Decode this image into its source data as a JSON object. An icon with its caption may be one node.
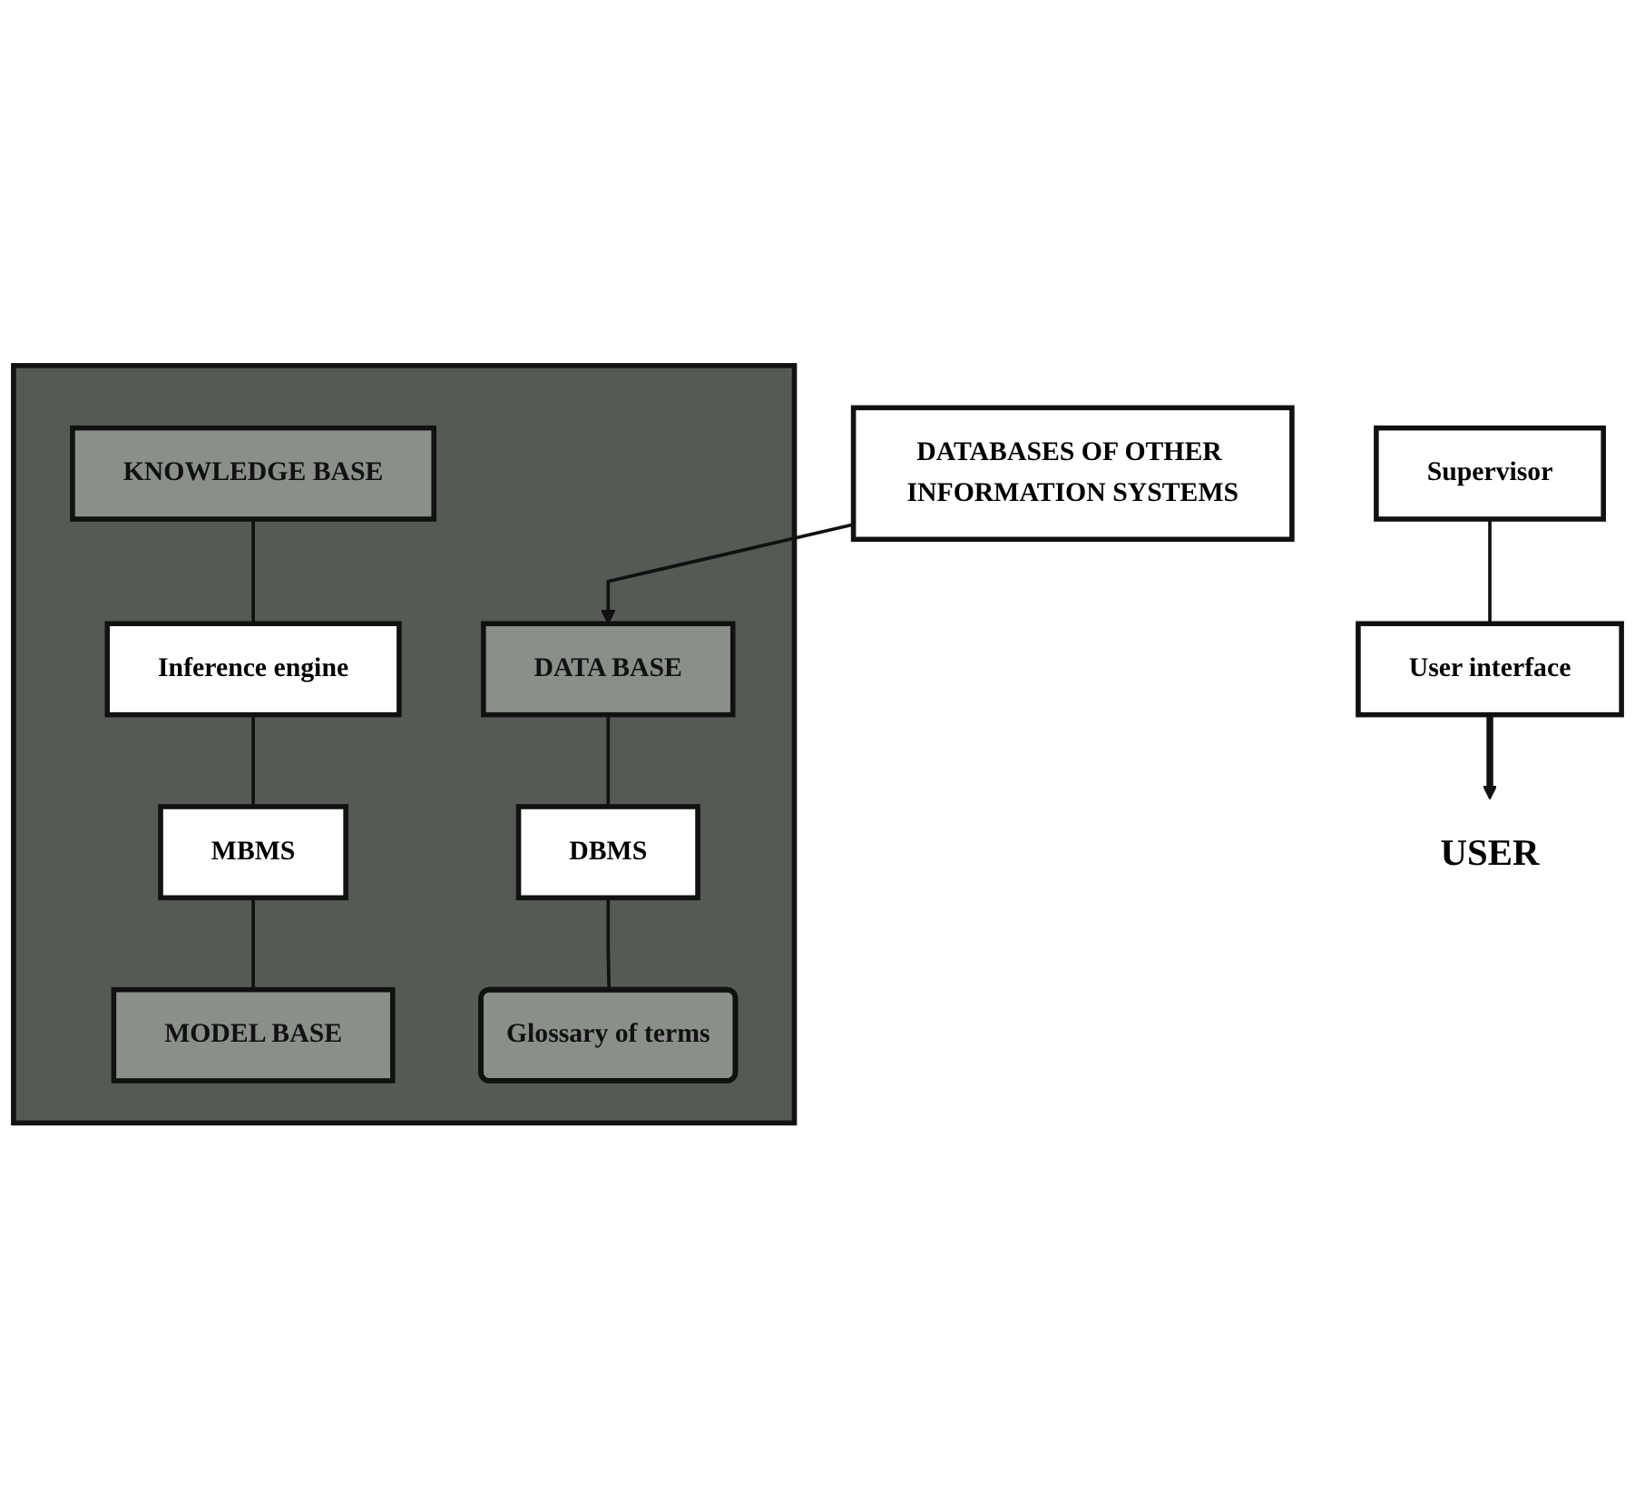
{
  "diagram": {
    "nodes": [
      {
        "text": [
          "Supervisor"
        ]
      },
      {
        "text": [],
        "shape": "box"
      },
      {
        "text": [
          "KNOWLEDGE BASE"
        ],
        "in": 1
      },
      {
        "text": [
          "Inference engine"
        ],
        "in": 1
      },
      {
        "text": [
          "MBMS"
        ],
        "in": 1
      },
      {
        "text": [
          "MODEL BASE"
        ],
        "in": 1
      },
      {
        "text": [
          "DATA BASE"
        ],
        "in": 1
      },
      {
        "text": [
          "DBMS"
        ],
        "in": 1
      },
      {
        "text": [
          "Glossary of terms"
        ],
        "in": 1
      },
      {
        "text": [
          "User interface"
        ]
      },
      {
        "text": [
          "DATABASES OF OTHER INFORMATION SYSTEMS"
        ]
      },
      {
        "text": [
          "USER"
        ]
      }
    ],
    "edges": [
      {
        "from": 0,
        "to": 9,
        "arrow": "none"
      },
      {
        "from": 2,
        "to": 3,
        "arrow": "none"
      },
      {
        "from": 3,
        "to": 4,
        "arrow": "none"
      },
      {
        "from": 4,
        "to": 5,
        "arrow": "none"
      },
      {
        "from": 6,
        "to": 7,
        "arrow": "none"
      },
      {
        "from": 7,
        "to": 8,
        "arrow": "none"
      },
      {
        "from": 10,
        "to": 6,
        "arrow": "to"
      },
      {
        "from": 9,
        "to": 11,
        "arrow": "to",
        "style": "thick"
      }
    ]
  }
}
